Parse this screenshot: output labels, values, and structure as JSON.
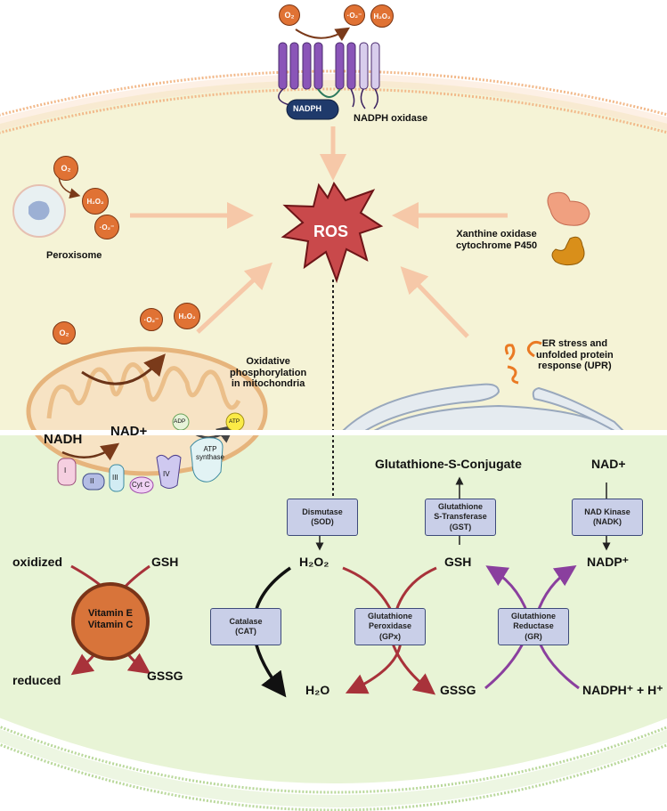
{
  "colors": {
    "cytoplasm_top": "#f5f3d6",
    "cytoplasm_bottom": "#e8f4d6",
    "membrane_top": "#f2b98a",
    "membrane_bottom": "#b9d89a",
    "ros_fill": "#c9494b",
    "molecule_fill": "#e07234",
    "enzyme_box": "#c9cfe8",
    "gpx_arrow": "#a8323a",
    "gr_arrow": "#8a3f9e",
    "source_arrow": "#f6c8a8"
  },
  "ros": {
    "label": "ROS"
  },
  "nadph_oxidase": {
    "label": "NADPH oxidase",
    "subunit_label": "NADPH",
    "molecules": [
      "O₂",
      "·O₂⁻",
      "H₂O₂"
    ]
  },
  "peroxisome": {
    "label": "Peroxisome",
    "molecules": [
      "O₂",
      "H₂O₂",
      "·O₂⁻"
    ]
  },
  "xanthine": {
    "label_line1": "Xanthine oxidase",
    "label_line2": "cytochrome P450"
  },
  "mitochondria": {
    "label_line1": "Oxidative",
    "label_line2": "phosphorylation",
    "label_line3": "in mitochondria",
    "molecules": [
      "O₂",
      "·O₂⁻",
      "H₂O₂"
    ],
    "nadh": "NADH",
    "nad_plus": "NAD+",
    "complexes": [
      "I",
      "II",
      "III",
      "Cyt C",
      "IV"
    ],
    "adp": "ADP",
    "atp": "ATP",
    "atp_synthase_line1": "ATP",
    "atp_synthase_line2": "synthase"
  },
  "er": {
    "label_line1": "ER stress and",
    "label_line2": "unfolded protein",
    "label_line3": "response (UPR)"
  },
  "antioxidants": {
    "vitamins_line1": "Vitamin E",
    "vitamins_line2": "Vitamin C",
    "oxidized": "oxidized",
    "gsh": "GSH",
    "reduced": "reduced",
    "gssg": "GSSG"
  },
  "pathway": {
    "conjugate": "Glutathione-S-Conjugate",
    "nad_plus": "NAD+",
    "h2o2": "H₂O₂",
    "gsh": "GSH",
    "nadp": "NADP⁺",
    "h2o": "H₂O",
    "gssg": "GSSG",
    "nadph": "NADPH⁺ + H⁺",
    "enzymes": {
      "sod": {
        "line1": "Dismutase",
        "line2": "(SOD)"
      },
      "gst": {
        "line1": "Glutathione",
        "line2": "S-Transferase",
        "line3": "(GST)"
      },
      "nadk": {
        "line1": "NAD Kinase",
        "line2": "(NADK)"
      },
      "cat": {
        "line1": "Catalase",
        "line2": "(CAT)"
      },
      "gpx": {
        "line1": "Glutathione",
        "line2": "Peroxidase",
        "line3": "(GPx)"
      },
      "gr": {
        "line1": "Glutathione",
        "line2": "Reductase",
        "line3": "(GR)"
      }
    }
  }
}
